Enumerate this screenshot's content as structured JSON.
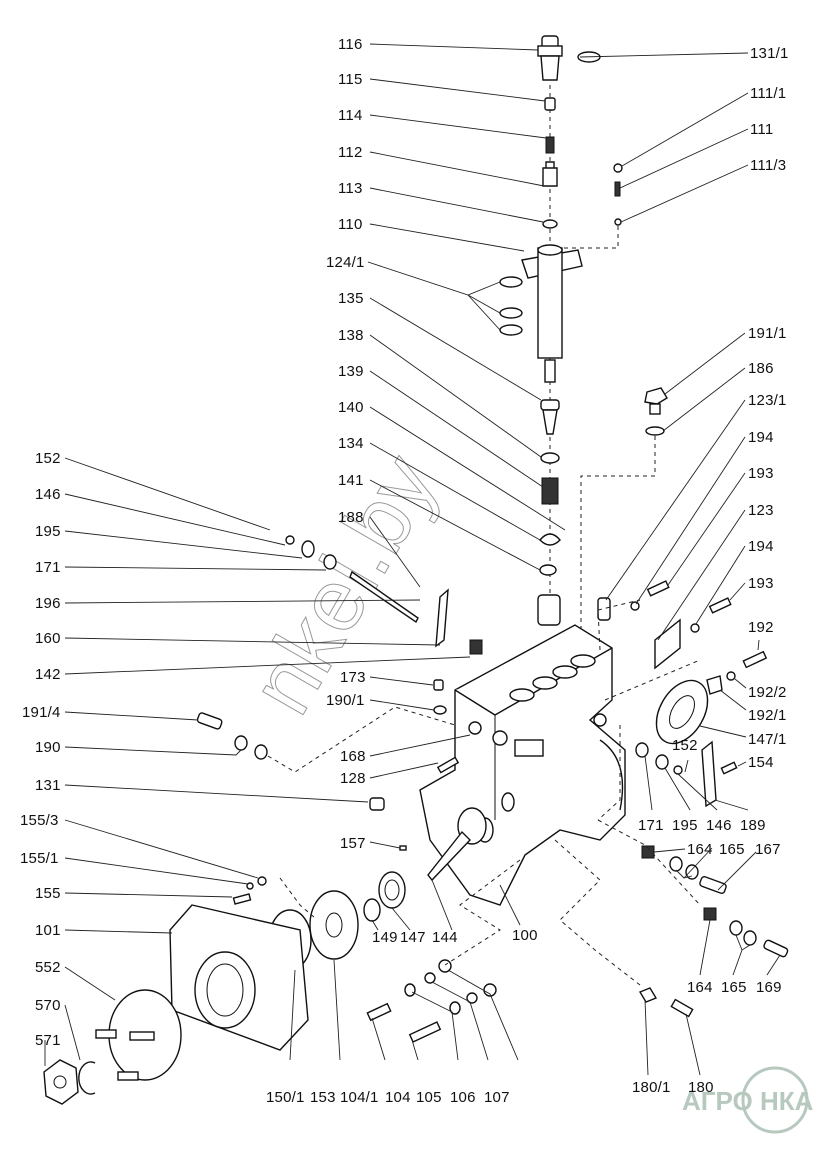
{
  "title": "Injection pump exploded parts diagram",
  "watermark": "nkel.by",
  "logo": {
    "text": "АГРО НКА",
    "color": "#b7c9bf"
  },
  "labels": [
    {
      "id": "116",
      "text": "116"
    },
    {
      "id": "115",
      "text": "115"
    },
    {
      "id": "114",
      "text": "114"
    },
    {
      "id": "112",
      "text": "112"
    },
    {
      "id": "113",
      "text": "113"
    },
    {
      "id": "110",
      "text": "110"
    },
    {
      "id": "124_1",
      "text": "124/1"
    },
    {
      "id": "135",
      "text": "135"
    },
    {
      "id": "138",
      "text": "138"
    },
    {
      "id": "139",
      "text": "139"
    },
    {
      "id": "140",
      "text": "140"
    },
    {
      "id": "134",
      "text": "134"
    },
    {
      "id": "141",
      "text": "141"
    },
    {
      "id": "188",
      "text": "188"
    },
    {
      "id": "131_1",
      "text": "131/1"
    },
    {
      "id": "111_1",
      "text": "111/1"
    },
    {
      "id": "111",
      "text": "111"
    },
    {
      "id": "111_3",
      "text": "111/3"
    },
    {
      "id": "191_1",
      "text": "191/1"
    },
    {
      "id": "186",
      "text": "186"
    },
    {
      "id": "123_1",
      "text": "123/1"
    },
    {
      "id": "194a",
      "text": "194"
    },
    {
      "id": "193a",
      "text": "193"
    },
    {
      "id": "123",
      "text": "123"
    },
    {
      "id": "194b",
      "text": "194"
    },
    {
      "id": "193b",
      "text": "193"
    },
    {
      "id": "192",
      "text": "192"
    },
    {
      "id": "192_2",
      "text": "192/2"
    },
    {
      "id": "192_1",
      "text": "192/1"
    },
    {
      "id": "147_1",
      "text": "147/1"
    },
    {
      "id": "152b",
      "text": "152"
    },
    {
      "id": "154",
      "text": "154"
    },
    {
      "id": "171b",
      "text": "171"
    },
    {
      "id": "195b",
      "text": "195"
    },
    {
      "id": "146b",
      "text": "146"
    },
    {
      "id": "189",
      "text": "189"
    },
    {
      "id": "164a",
      "text": "164"
    },
    {
      "id": "165a",
      "text": "165"
    },
    {
      "id": "167",
      "text": "167"
    },
    {
      "id": "164b",
      "text": "164"
    },
    {
      "id": "165b",
      "text": "165"
    },
    {
      "id": "169",
      "text": "169"
    },
    {
      "id": "180_1",
      "text": "180/1"
    },
    {
      "id": "180",
      "text": "180"
    },
    {
      "id": "152a",
      "text": "152"
    },
    {
      "id": "146a",
      "text": "146"
    },
    {
      "id": "195a",
      "text": "195"
    },
    {
      "id": "171a",
      "text": "171"
    },
    {
      "id": "196",
      "text": "196"
    },
    {
      "id": "160",
      "text": "160"
    },
    {
      "id": "142",
      "text": "142"
    },
    {
      "id": "173",
      "text": "173"
    },
    {
      "id": "190_1",
      "text": "190/1"
    },
    {
      "id": "191_4",
      "text": "191/4"
    },
    {
      "id": "190",
      "text": "190"
    },
    {
      "id": "168",
      "text": "168"
    },
    {
      "id": "128",
      "text": "128"
    },
    {
      "id": "131",
      "text": "131"
    },
    {
      "id": "155_3",
      "text": "155/3"
    },
    {
      "id": "157",
      "text": "157"
    },
    {
      "id": "155_1",
      "text": "155/1"
    },
    {
      "id": "155",
      "text": "155"
    },
    {
      "id": "101",
      "text": "101"
    },
    {
      "id": "552",
      "text": "552"
    },
    {
      "id": "570",
      "text": "570"
    },
    {
      "id": "571",
      "text": "571"
    },
    {
      "id": "149",
      "text": "149"
    },
    {
      "id": "147",
      "text": "147"
    },
    {
      "id": "144",
      "text": "144"
    },
    {
      "id": "100",
      "text": "100"
    },
    {
      "id": "150_1",
      "text": "150/1"
    },
    {
      "id": "153",
      "text": "153"
    },
    {
      "id": "104_1",
      "text": "104/1"
    },
    {
      "id": "104",
      "text": "104"
    },
    {
      "id": "105",
      "text": "105"
    },
    {
      "id": "106",
      "text": "106"
    },
    {
      "id": "107",
      "text": "107"
    }
  ]
}
